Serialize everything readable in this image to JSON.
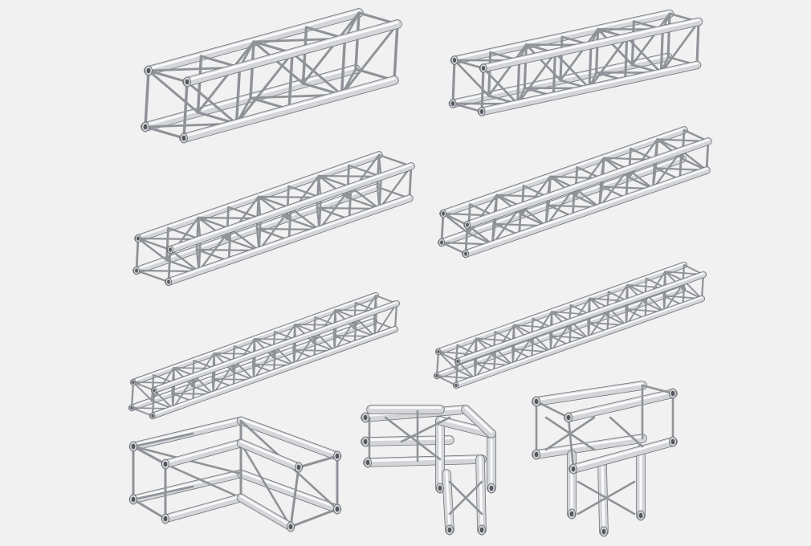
{
  "scene": {
    "background": "#f1f1f1",
    "tube_highlight": "#fafafa",
    "tube_mid": "#d3d5d8",
    "tube_shadow": "#6f7379",
    "brace_color": "#8f9398",
    "items": [
      {
        "name": "straight-truss-short",
        "kind": "straight"
      },
      {
        "name": "straight-truss-short",
        "kind": "straight"
      },
      {
        "name": "straight-truss-medium",
        "kind": "straight"
      },
      {
        "name": "straight-truss-medium",
        "kind": "straight"
      },
      {
        "name": "straight-truss-long",
        "kind": "straight"
      },
      {
        "name": "straight-truss-long",
        "kind": "straight"
      },
      {
        "name": "corner-truss-2way",
        "kind": "corner"
      },
      {
        "name": "corner-truss-3way",
        "kind": "corner-vertical"
      },
      {
        "name": "t-junction-truss-4way",
        "kind": "junction"
      }
    ]
  }
}
